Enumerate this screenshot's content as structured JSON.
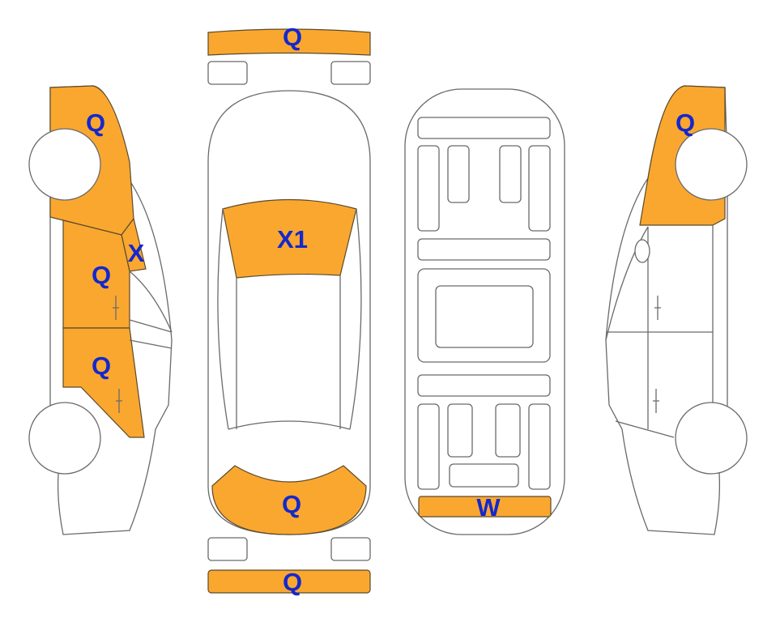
{
  "colors": {
    "damage_fill": "#FAA730",
    "label": "#1428CC",
    "outline": "#6A6A6A"
  },
  "labels": {
    "front_bumper": "Q",
    "left_fender": "Q",
    "left_front_pillar": "X",
    "left_front_door": "Q",
    "left_rear_door": "Q",
    "roof_front": "X1",
    "rear_trunk": "Q",
    "rear_bumper": "Q",
    "underbody_rear": "W",
    "right_fender": "Q"
  }
}
